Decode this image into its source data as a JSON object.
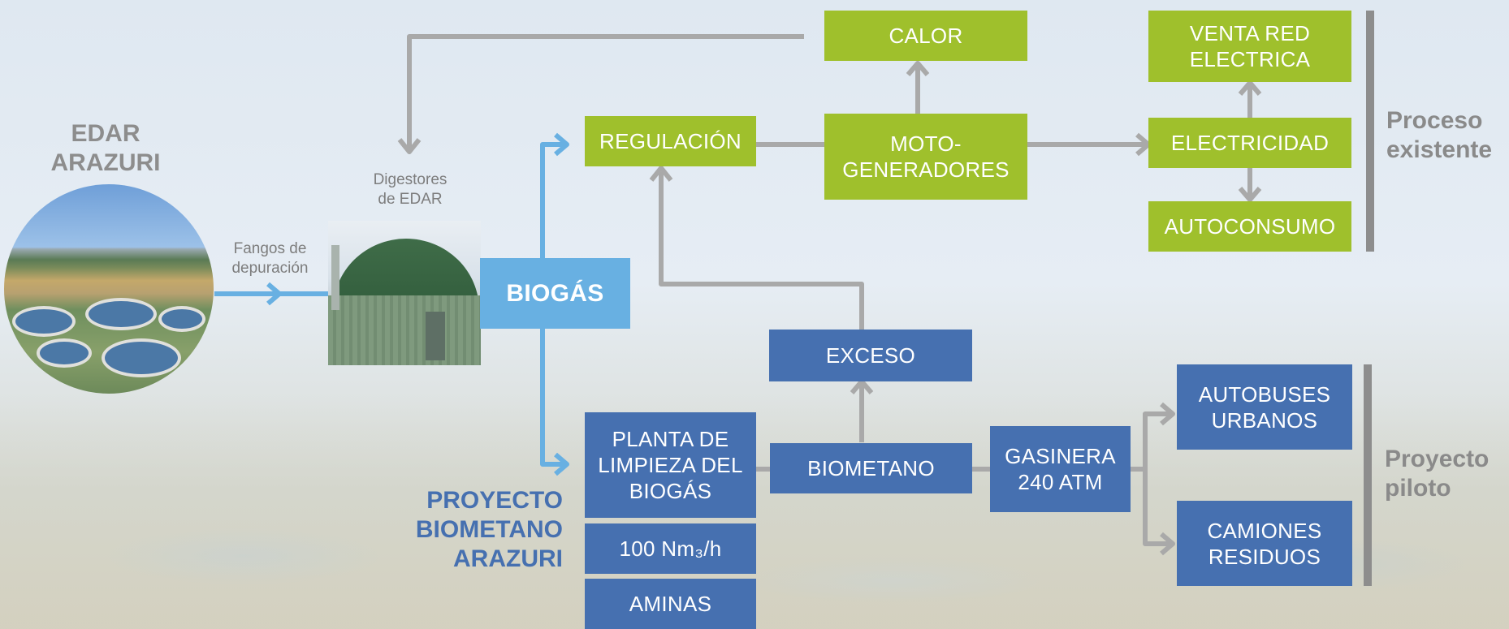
{
  "colors": {
    "green": "#9fc02c",
    "blue": "#4670b0",
    "biogas": "#68b0e2",
    "connector_gray": "#a9a9a9",
    "arrow_lightblue": "#68b0e2"
  },
  "left": {
    "title": "EDAR\nARAZURI",
    "fangos_label": "Fangos de\ndepuración",
    "digestores_label": "Digestores\nde EDAR"
  },
  "boxes": {
    "biogas": "BIOGÁS",
    "calor": "CALOR",
    "regulacion": "REGULACIÓN",
    "motogeneradores": "MOTO-\nGENERADORES",
    "venta_red": "VENTA RED\nELECTRICA",
    "electricidad": "ELECTRICIDAD",
    "autoconsumo": "AUTOCONSUMO",
    "exceso": "EXCESO",
    "planta": "PLANTA DE\nLIMPIEZA DEL\nBIOGÁS",
    "capacidad": "100 Nm₃/h",
    "aminas": "AMINAS",
    "biometano": "BIOMETANO",
    "gasinera": "GASINERA\n240 ATM",
    "autobuses": "AUTOBUSES\nURBANOS",
    "camiones": "CAMIONES\nRESIDUOS"
  },
  "labels": {
    "proyecto_biometano": "PROYECTO\nBIOMETANO\nARAZURI",
    "proceso_existente": "Proceso\nexistente",
    "proyecto_piloto": "Proyecto\npiloto"
  }
}
